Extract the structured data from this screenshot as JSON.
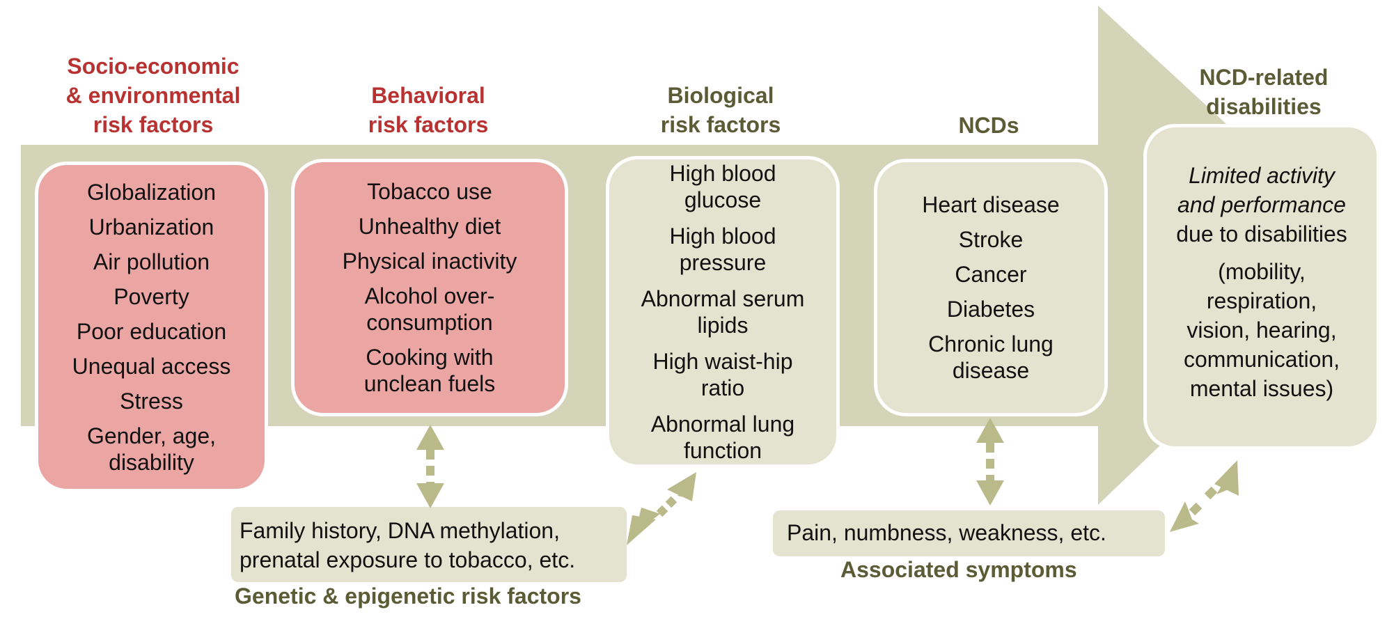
{
  "colors": {
    "band": "#d4d4b8",
    "khaki_box": "#e4e3cf",
    "pink_box": "#eba6a4",
    "red_heading": "#b83232",
    "olive_heading": "#5b5b36",
    "arrow": "#b9b98a"
  },
  "headings": {
    "socio": "Socio-economic\n& environmental\nrisk factors",
    "behavioral": "Behavioral\nrisk factors",
    "biological": "Biological\nrisk factors",
    "ncds": "NCDs",
    "disabilities": "NCD-related\ndisabilities"
  },
  "boxes": {
    "socio": [
      "Globalization",
      "Urbanization",
      "Air pollution",
      "Poverty",
      "Poor education",
      "Unequal access",
      "Stress",
      "Gender, age,\ndisability"
    ],
    "behavioral": [
      "Tobacco use",
      "Unhealthy diet",
      "Physical inactivity",
      "Alcohol over-\nconsumption",
      "Cooking with\nunclean fuels"
    ],
    "biological": [
      "High blood\nglucose",
      "High blood\npressure",
      "Abnormal serum\nlipids",
      "High waist-hip\nratio",
      "Abnormal lung\nfunction"
    ],
    "ncds": [
      "Heart disease",
      "Stroke",
      "Cancer",
      "Diabetes",
      "Chronic lung\ndisease"
    ]
  },
  "disabilities": {
    "italic": "Limited activity\nand performance",
    "plain": "due to disabilities",
    "paren": "(mobility,\nrespiration,\nvision, hearing,\ncommunication,\nmental issues)"
  },
  "genetic": {
    "text": "Family history, DNA methylation,\nprenatal exposure to  tobacco, etc.",
    "caption": "Genetic & epigenetic risk factors"
  },
  "symptoms": {
    "text": "Pain, numbness, weakness, etc.",
    "caption": "Associated symptoms"
  },
  "arrows": [
    {
      "name": "behavioral-genetic-link-arrow",
      "direction": "bidirectional"
    },
    {
      "name": "biological-genetic-link-arrow",
      "direction": "bidirectional"
    },
    {
      "name": "ncds-symptoms-link-arrow",
      "direction": "bidirectional"
    },
    {
      "name": "symptoms-disabilities-link-arrow",
      "direction": "bidirectional"
    }
  ]
}
